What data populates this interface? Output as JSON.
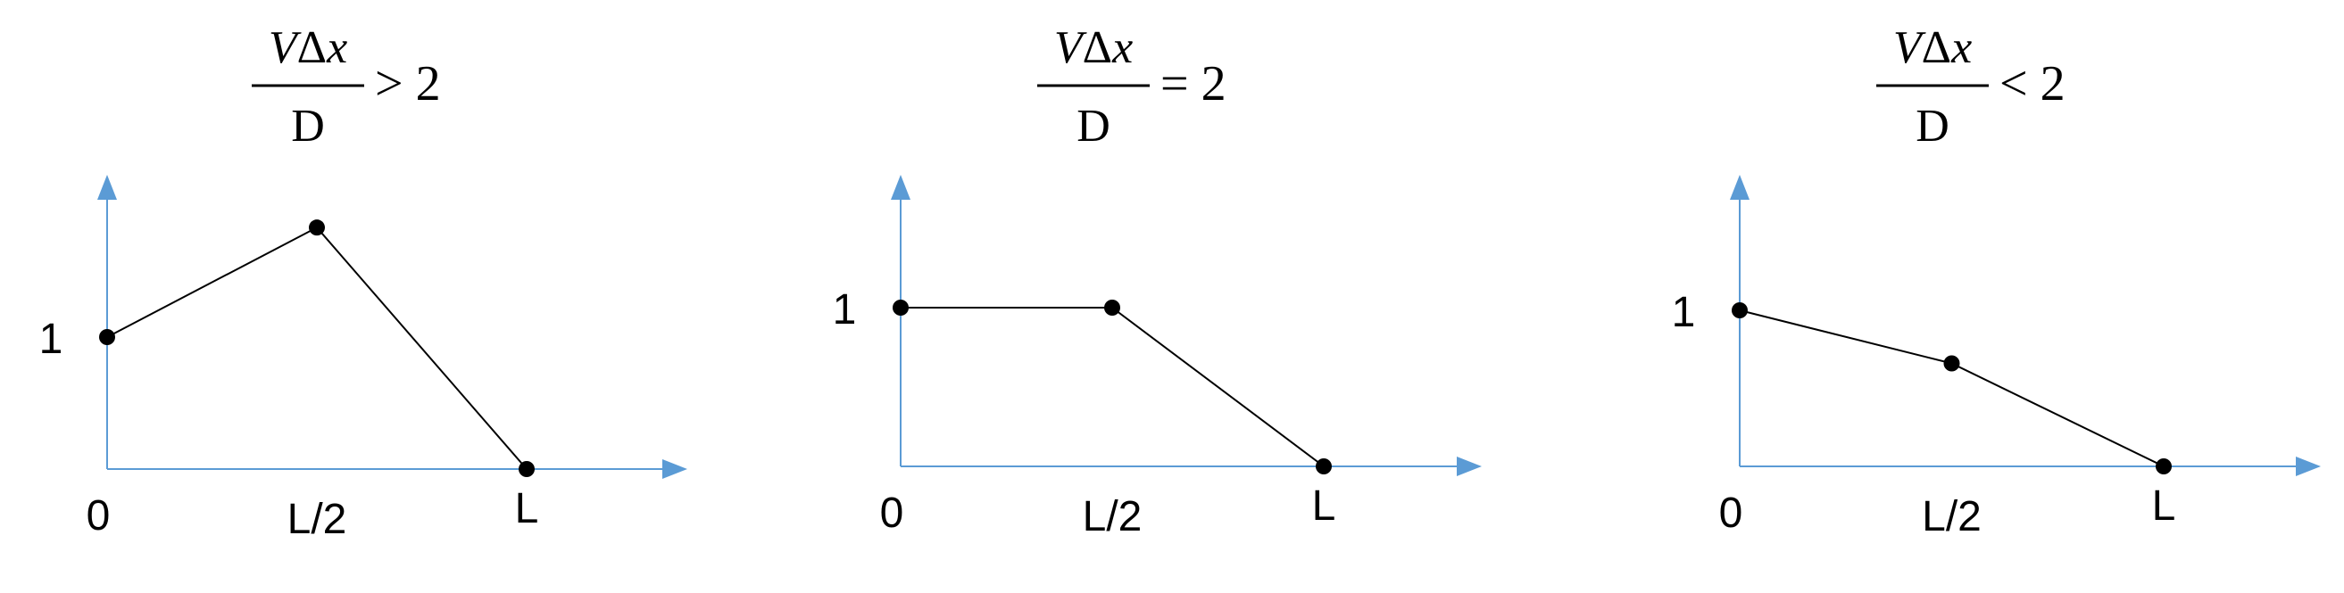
{
  "colors": {
    "axis": "#5b9bd5",
    "curve": "#000000",
    "point": "#000000",
    "text": "#000000"
  },
  "panels": [
    {
      "condition": {
        "numerator_var": "V",
        "numerator_delta": "Δ",
        "numerator_x": "x",
        "denominator": "D",
        "relation": "> 2"
      },
      "tick_labels": {
        "origin": "0",
        "half": "L/2",
        "end": "L",
        "y_one": "1"
      },
      "points": [
        {
          "x": 0,
          "y": 1
        },
        {
          "x": 0.5,
          "y": 1.83
        },
        {
          "x": 1,
          "y": 0
        }
      ]
    },
    {
      "condition": {
        "numerator_var": "V",
        "numerator_delta": "Δ",
        "numerator_x": "x",
        "denominator": "D",
        "relation": "= 2"
      },
      "tick_labels": {
        "origin": "0",
        "half": "L/2",
        "end": "L",
        "y_one": "1"
      },
      "points": [
        {
          "x": 0,
          "y": 1
        },
        {
          "x": 0.5,
          "y": 1
        },
        {
          "x": 1,
          "y": 0
        }
      ]
    },
    {
      "condition": {
        "numerator_var": "V",
        "numerator_delta": "Δ",
        "numerator_x": "x",
        "denominator": "D",
        "relation": "< 2"
      },
      "tick_labels": {
        "origin": "0",
        "half": "L/2",
        "end": "L",
        "y_one": "1"
      },
      "points": [
        {
          "x": 0,
          "y": 1
        },
        {
          "x": 0.5,
          "y": 0.66
        },
        {
          "x": 1,
          "y": 0
        }
      ]
    }
  ]
}
